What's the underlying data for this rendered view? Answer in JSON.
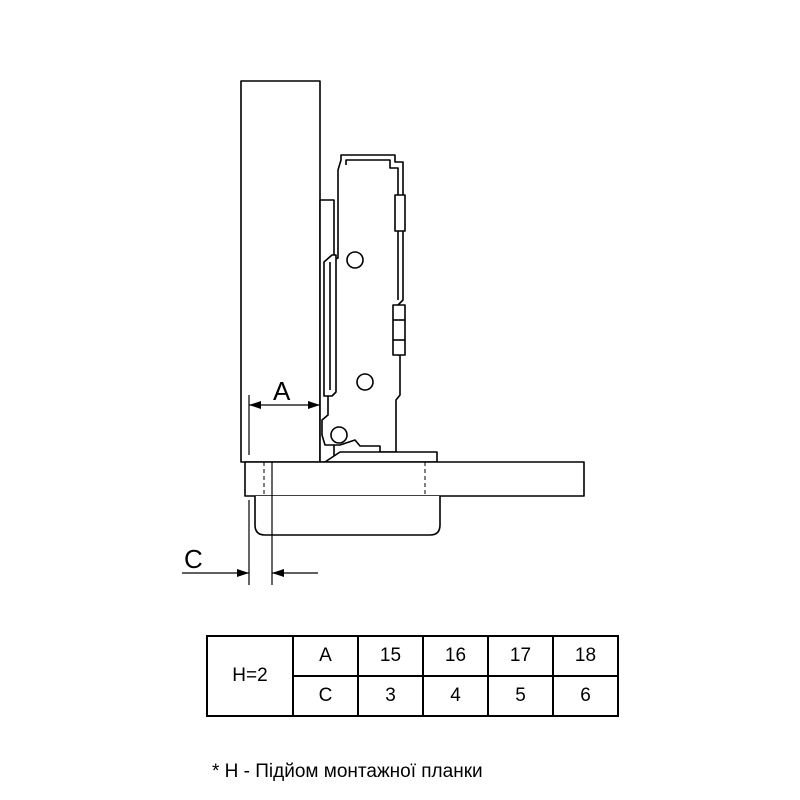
{
  "drawing": {
    "label_a": "A",
    "label_c": "C"
  },
  "table": {
    "h_label": "H=2",
    "row_a_label": "A",
    "row_a_values": [
      "15",
      "16",
      "17",
      "18"
    ],
    "row_c_label": "C",
    "row_c_values": [
      "3",
      "4",
      "5",
      "6"
    ]
  },
  "footnote": "* H - Підйом монтажної планки"
}
